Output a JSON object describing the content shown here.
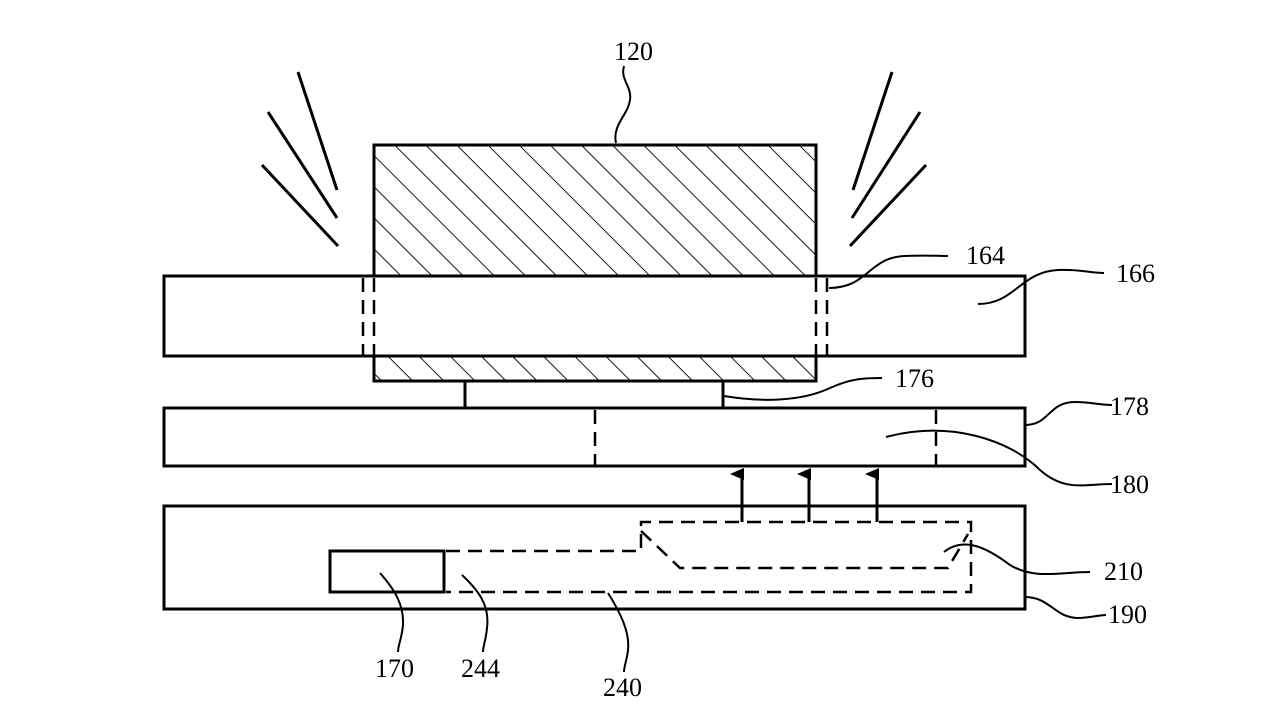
{
  "labels": {
    "l120": "120",
    "l164": "164",
    "l166": "166",
    "l176": "176",
    "l178": "178",
    "l180": "180",
    "l210": "210",
    "l190": "190",
    "l170": "170",
    "l244": "244",
    "l240": "240"
  },
  "colors": {
    "line": "#000000",
    "background": "#ffffff"
  }
}
